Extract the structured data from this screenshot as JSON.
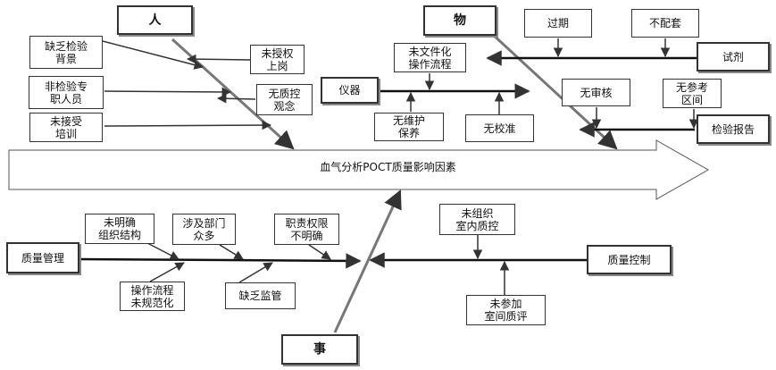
{
  "spine": {
    "label": "血气分析POCT质量影响因素"
  },
  "categories": {
    "people": "人",
    "material": "物",
    "event": "事"
  },
  "people_causes": {
    "lack_background": "缺乏检验\n背景",
    "non_professional": "非检验专\n职人员",
    "no_training": "未接受\n培训",
    "unauthorized": "未授权\n上岗",
    "no_quality_concept": "无质控\n观念"
  },
  "material_causes": {
    "expired": "过期",
    "mismatch": "不配套",
    "reagent": "试剂",
    "instrument": "仪器",
    "no_sop": "未文件化\n操作流程",
    "no_maintenance": "无维护\n保养",
    "no_calibration": "无校准",
    "no_review": "无审核",
    "no_reference_range": "无参考\n区间",
    "test_report": "检验报告"
  },
  "event_causes": {
    "quality_management": "质量管理",
    "unclear_structure": "未明确\n组织结构",
    "many_departments": "涉及部门\n众多",
    "unclear_duties": "职责权限\n不明确",
    "nonstandard_process": "操作流程\n未规范化",
    "lack_supervision": "缺乏监管",
    "no_internal_qc": "未组织\n室内质控",
    "quality_control": "质量控制",
    "no_eqa": "未参加\n室间质评"
  }
}
